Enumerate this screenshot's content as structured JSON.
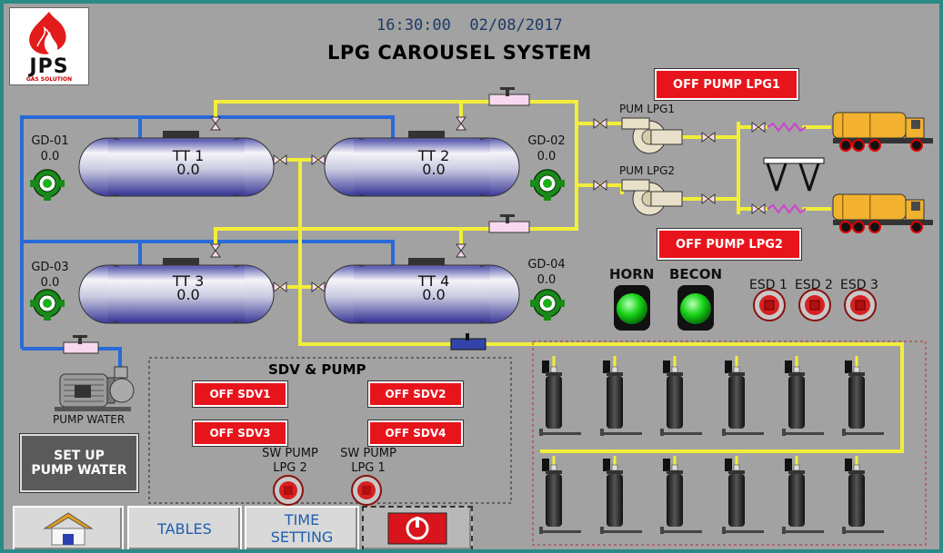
{
  "header": {
    "logo_text": "JPS",
    "logo_sub": "GAS SOLUTION",
    "clock": "16:30:00  02/08/2017",
    "title": "LPG CAROUSEL SYSTEM"
  },
  "gas_detectors": [
    {
      "id": "GD-01",
      "value": "0.0"
    },
    {
      "id": "GD-02",
      "value": "0.0"
    },
    {
      "id": "GD-03",
      "value": "0.0"
    },
    {
      "id": "GD-04",
      "value": "0.0"
    }
  ],
  "tanks": [
    {
      "id": "TT 1",
      "value": "0.0"
    },
    {
      "id": "TT 2",
      "value": "0.0"
    },
    {
      "id": "TT 3",
      "value": "0.0"
    },
    {
      "id": "TT 4",
      "value": "0.0"
    }
  ],
  "pumps": {
    "lpg1_label": "PUM LPG1",
    "lpg2_label": "PUM LPG2",
    "lpg1_button": "OFF PUMP LPG1",
    "lpg2_button": "OFF PUMP LPG2",
    "water_label": "PUMP WATER"
  },
  "indicators": {
    "horn": "HORN",
    "becon": "BECON",
    "esd": [
      "ESD 1",
      "ESD 2",
      "ESD 3"
    ]
  },
  "sdv_panel": {
    "title": "SDV & PUMP",
    "sdv1": "OFF SDV1",
    "sdv2": "OFF SDV2",
    "sdv3": "OFF SDV3",
    "sdv4": "OFF SDV4",
    "sw_lpg2": "SW PUMP\nLPG 2",
    "sw_lpg1": "SW PUMP\nLPG 1"
  },
  "setup_button": "SET UP\nPUMP WATER",
  "nav": {
    "tables": "TABLES",
    "time_setting": "TIME\nSETTING"
  },
  "colors": {
    "background": "#a2a2a2",
    "pipe_yellow": "#f2ee3a",
    "pipe_blue": "#2a6ad8",
    "alarm_red": "#e8141c",
    "lamp_green": "#18d418"
  }
}
